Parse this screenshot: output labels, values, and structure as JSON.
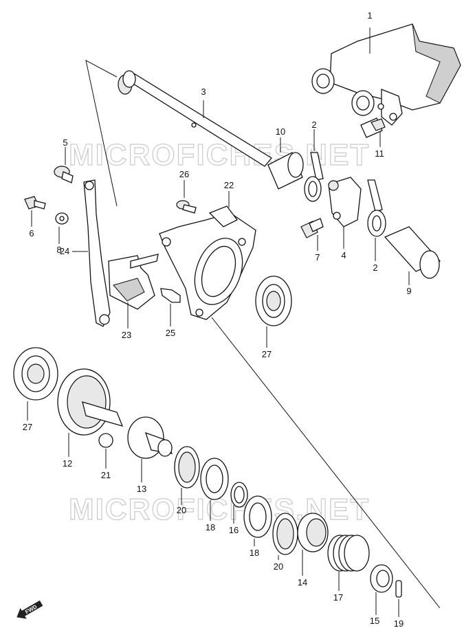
{
  "watermark": "MICROFICHES.NET",
  "fwd_label": "FWD",
  "labels": {
    "p1": "1",
    "p2a": "2",
    "p2b": "2",
    "p3": "3",
    "p4": "4",
    "p5": "5",
    "p6": "6",
    "p7": "7",
    "p8": "8",
    "p9": "9",
    "p10": "10",
    "p11": "11",
    "p12": "12",
    "p13": "13",
    "p14": "14",
    "p15": "15",
    "p16": "16",
    "p17": "17",
    "p18a": "18",
    "p18b": "18",
    "p19": "19",
    "p20a": "20",
    "p20b": "20",
    "p21": "21",
    "p22": "22",
    "p23": "23",
    "p24": "24",
    "p25": "25",
    "p26": "26",
    "p27a": "27",
    "p27b": "27"
  }
}
